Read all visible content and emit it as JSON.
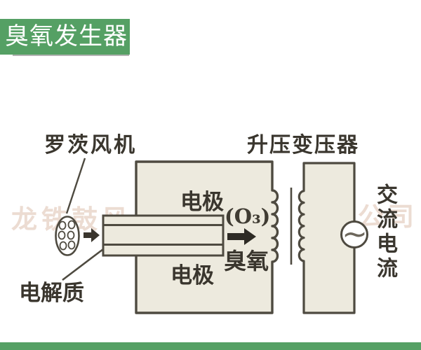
{
  "title_bar": {
    "label": "臭氧发生器"
  },
  "watermark": {
    "left": "龙铁鼓风",
    "right": "公司"
  },
  "diagram": {
    "blower_label": "罗茨风机",
    "transformer_label": "升压变压器",
    "electrode_top_label": "电极",
    "o3_label": "(O₃)",
    "ozone_label": "臭氧",
    "electrode_bottom_label": "电极",
    "electrolyte_label": "电解质",
    "ac_current_label": "交流电流",
    "ac_symbol": "~"
  },
  "colors": {
    "accent_green": "#55a064",
    "line": "#4e4a40",
    "box_fill": "#edeade",
    "label_text": "#3a362e",
    "watermark": "#ecdcd2"
  }
}
